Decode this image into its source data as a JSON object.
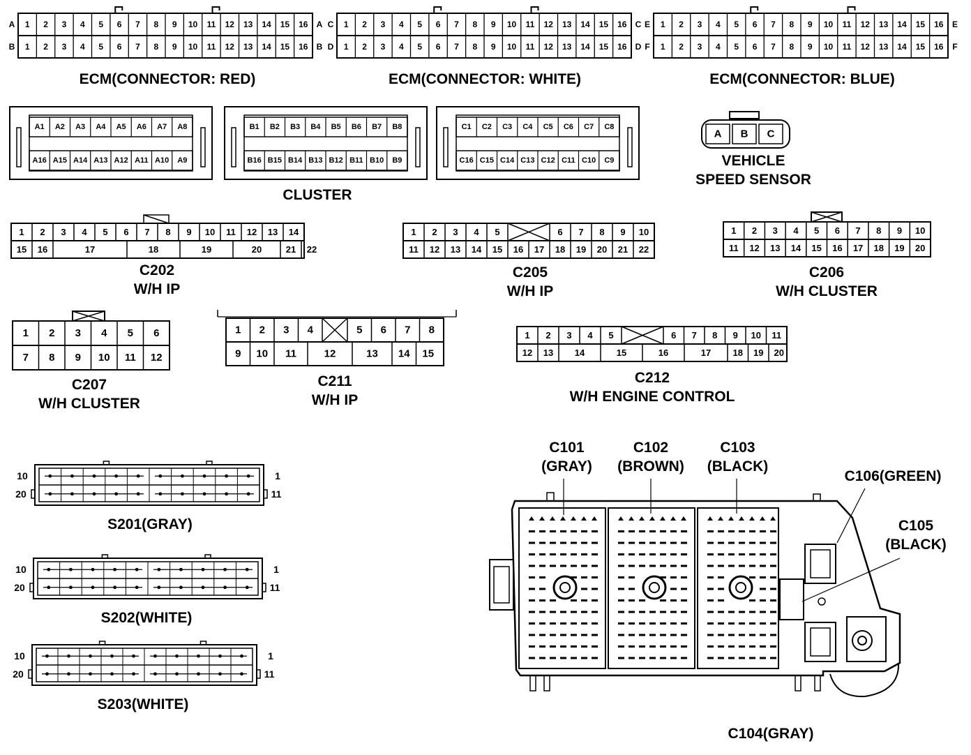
{
  "ecm": {
    "red": {
      "title": "ECM(CONNECTOR: RED)",
      "row_top_label": "A",
      "row_bottom_label": "B"
    },
    "white": {
      "title": "ECM(CONNECTOR: WHITE)",
      "row_top_label": "C",
      "row_bottom_label": "D"
    },
    "blue": {
      "title": "ECM(CONNECTOR: BLUE)",
      "row_top_label": "E",
      "row_bottom_label": "F"
    },
    "pins": [
      "1",
      "2",
      "3",
      "4",
      "5",
      "6",
      "7",
      "8",
      "9",
      "10",
      "11",
      "12",
      "13",
      "14",
      "15",
      "16"
    ]
  },
  "cluster": {
    "title": "CLUSTER",
    "a_top": [
      "A1",
      "A2",
      "A3",
      "A4",
      "A5",
      "A6",
      "A7",
      "A8"
    ],
    "a_bottom": [
      "A16",
      "A15",
      "A14",
      "A13",
      "A12",
      "A11",
      "A10",
      "A9"
    ],
    "b_top": [
      "B1",
      "B2",
      "B3",
      "B4",
      "B5",
      "B6",
      "B7",
      "B8"
    ],
    "b_bottom": [
      "B16",
      "B15",
      "B14",
      "B13",
      "B12",
      "B11",
      "B10",
      "B9"
    ],
    "c_top": [
      "C1",
      "C2",
      "C3",
      "C4",
      "C5",
      "C6",
      "C7",
      "C8"
    ],
    "c_bottom": [
      "C16",
      "C15",
      "C14",
      "C13",
      "C12",
      "C11",
      "C10",
      "C9"
    ]
  },
  "vss": {
    "title_line1": "VEHICLE",
    "title_line2": "SPEED SENSOR",
    "pins": [
      "A",
      "B",
      "C"
    ]
  },
  "c202": {
    "name": "C202",
    "sub": "W/H IP",
    "top": [
      "1",
      "2",
      "3",
      "4",
      "5",
      "6",
      "7",
      "8",
      "9",
      "10",
      "11",
      "12",
      "13",
      "14"
    ],
    "bottom": [
      "15",
      "16",
      "17",
      "18",
      "19",
      "20",
      "21",
      "22"
    ]
  },
  "c205": {
    "name": "C205",
    "sub": "W/H IP",
    "top": [
      "1",
      "2",
      "3",
      "4",
      "5",
      "6",
      "7",
      "8",
      "9",
      "10"
    ],
    "bottom": [
      "11",
      "12",
      "13",
      "14",
      "15",
      "16",
      "17",
      "18",
      "19",
      "20",
      "21",
      "22"
    ]
  },
  "c206": {
    "name": "C206",
    "sub": "W/H CLUSTER",
    "top": [
      "1",
      "2",
      "3",
      "4",
      "5",
      "6",
      "7",
      "8",
      "9",
      "10"
    ],
    "bottom": [
      "11",
      "12",
      "13",
      "14",
      "15",
      "16",
      "17",
      "18",
      "19",
      "20"
    ]
  },
  "c207": {
    "name": "C207",
    "sub": "W/H CLUSTER",
    "top": [
      "1",
      "2",
      "3",
      "4",
      "5",
      "6"
    ],
    "bottom": [
      "7",
      "8",
      "9",
      "10",
      "11",
      "12"
    ]
  },
  "c211": {
    "name": "C211",
    "sub": "W/H IP",
    "top": [
      "1",
      "2",
      "3",
      "4",
      "5",
      "6",
      "7",
      "8"
    ],
    "bottom": [
      "9",
      "10",
      "11",
      "12",
      "13",
      "14",
      "15"
    ]
  },
  "c212": {
    "name": "C212",
    "sub": "W/H ENGINE CONTROL",
    "top": [
      "1",
      "2",
      "3",
      "4",
      "5",
      "6",
      "7",
      "8",
      "9",
      "10",
      "11"
    ],
    "bottom": [
      "12",
      "13",
      "14",
      "15",
      "16",
      "17",
      "18",
      "19",
      "20"
    ]
  },
  "splices": {
    "s201": "S201(GRAY)",
    "s202": "S202(WHITE)",
    "s203": "S203(WHITE)",
    "left_top": "10",
    "left_bottom": "20",
    "right_top": "1",
    "right_bottom": "11"
  },
  "fusebox": {
    "c101": {
      "name": "C101",
      "color": "(GRAY)"
    },
    "c102": {
      "name": "C102",
      "color": "(BROWN)"
    },
    "c103": {
      "name": "C103",
      "color": "(BLACK)"
    },
    "c106": "C106(GREEN)",
    "c105": {
      "name": "C105",
      "color": "(BLACK)"
    },
    "c104": "C104(GRAY)"
  }
}
